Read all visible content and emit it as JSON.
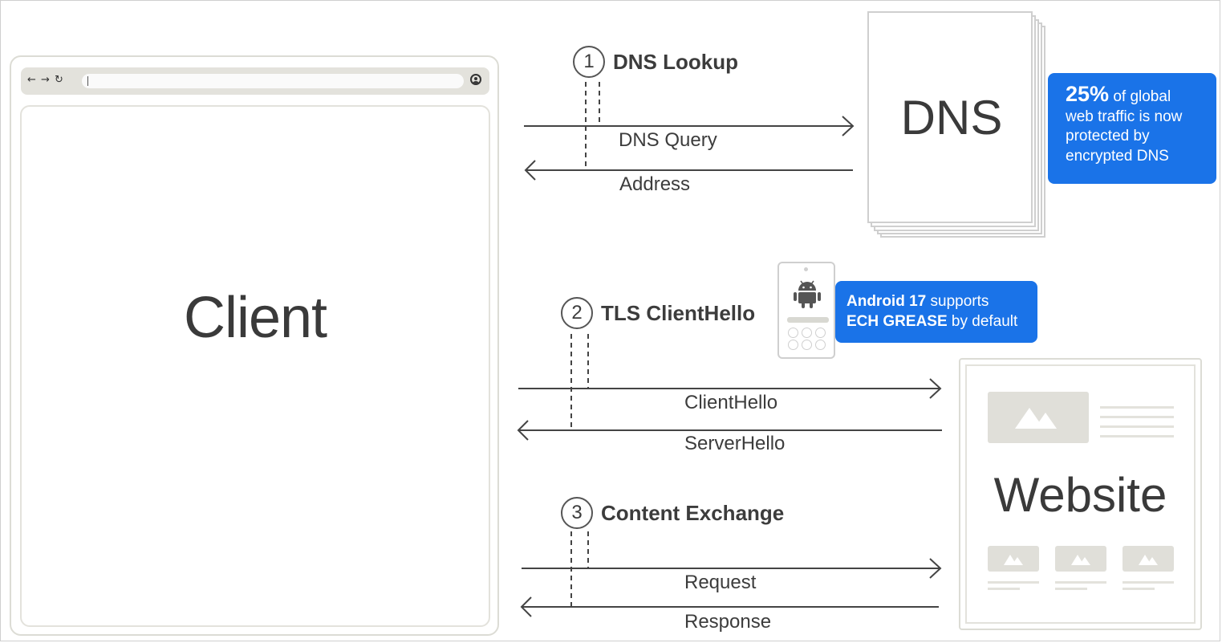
{
  "browser": {
    "nav_icons": "← → ↻",
    "client_label": "Client"
  },
  "steps": [
    {
      "number": "1",
      "title": "DNS Lookup",
      "request": "DNS Query",
      "response": "Address"
    },
    {
      "number": "2",
      "title": "TLS ClientHello",
      "request": "ClientHello",
      "response": "ServerHello"
    },
    {
      "number": "3",
      "title": "Content Exchange",
      "request": "Request",
      "response": "Response"
    }
  ],
  "dns": {
    "label": "DNS",
    "callout": {
      "highlight": "25%",
      "line1_rest": " of global",
      "line2": "web traffic is now",
      "line3": "protected by",
      "line4": "encrypted DNS"
    }
  },
  "android": {
    "icon": "android-icon",
    "callout": {
      "line1_bold": "Android 17",
      "line1_rest": " supports",
      "line2_bold": "ECH GREASE",
      "line2_rest": " by default"
    }
  },
  "website": {
    "label": "Website"
  },
  "colors": {
    "accent": "#1a73e8",
    "line": "#444444",
    "placeholder": "#e0dfd9"
  }
}
